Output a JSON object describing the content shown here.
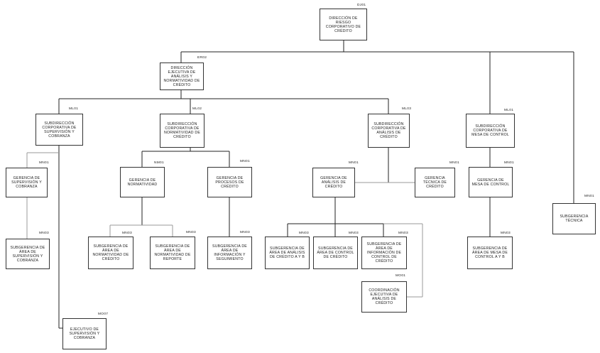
{
  "org_chart": {
    "units": [
      {
        "id": "u0",
        "code": "DJ01",
        "label": "Dirección de Riesgo Corporativo de Crédito"
      },
      {
        "id": "u1",
        "code": "ER02",
        "label": "Dirección Ejecutiva de Análisis y Normatividad de Crédito"
      },
      {
        "id": "u2",
        "code": "ML01",
        "label": "Subdirección Corporativa de Supervisión y Cobranza"
      },
      {
        "id": "u3",
        "code": "ML02",
        "label": "Subdirección Corporativa de Normatividad de Crédito"
      },
      {
        "id": "u4",
        "code": "ML03",
        "label": "Subdirección Corporativa de Análisis de Crédito"
      },
      {
        "id": "u5",
        "code": "ML01",
        "label": "Subdirección Corporativa de Mesa de Control"
      },
      {
        "id": "u6",
        "code": "MN01",
        "label": "Gerencia de Supervisión y Cobranza"
      },
      {
        "id": "u7",
        "code": "NM01",
        "label": "Gerencia de Normatividad"
      },
      {
        "id": "u8",
        "code": "MN01",
        "label": "Gerencia de Procesos de Crédito"
      },
      {
        "id": "u9",
        "code": "MN01",
        "label": "Gerencia de Análisis de Crédito"
      },
      {
        "id": "u10",
        "code": "MN01",
        "label": "Gerencia Técnica de Crédito"
      },
      {
        "id": "u11",
        "code": "MN01",
        "label": "Gerencia de Mesa de Control"
      },
      {
        "id": "u12",
        "code": "MN01",
        "label": "Subgerencia Técnica"
      },
      {
        "id": "u13",
        "code": "MN03",
        "label": "Subgerencia de Área de Supervisión y Cobranza"
      },
      {
        "id": "u14",
        "code": "MN03",
        "label": "Subgerencia de Área de Normatividad de Crédito"
      },
      {
        "id": "u15",
        "code": "MN03",
        "label": "Subgerencia de Área de Normatividad de Reporte"
      },
      {
        "id": "u16",
        "code": "MN03",
        "label": "Subgerencia de Área de Información y Seguimiento"
      },
      {
        "id": "u17",
        "code": "MN03",
        "label": "Subgerencia de Área de Análisis de Crédito A y B"
      },
      {
        "id": "u18",
        "code": "MN03",
        "label": "Subgerencia de Área de Control de Crédito"
      },
      {
        "id": "u19",
        "code": "MN03",
        "label": "Subgerencia de Área de Información de Control de Crédito"
      },
      {
        "id": "u20",
        "code": "MN03",
        "label": "Subgerencia de Área de Mesa de Control A y B"
      },
      {
        "id": "u21",
        "code": "MO01",
        "label": "Coordinación Ejecutiva de Análisis de Crédito"
      },
      {
        "id": "u22",
        "code": "MO07",
        "label": "Ejecutivo de Supervisión y Cobranza"
      }
    ]
  }
}
